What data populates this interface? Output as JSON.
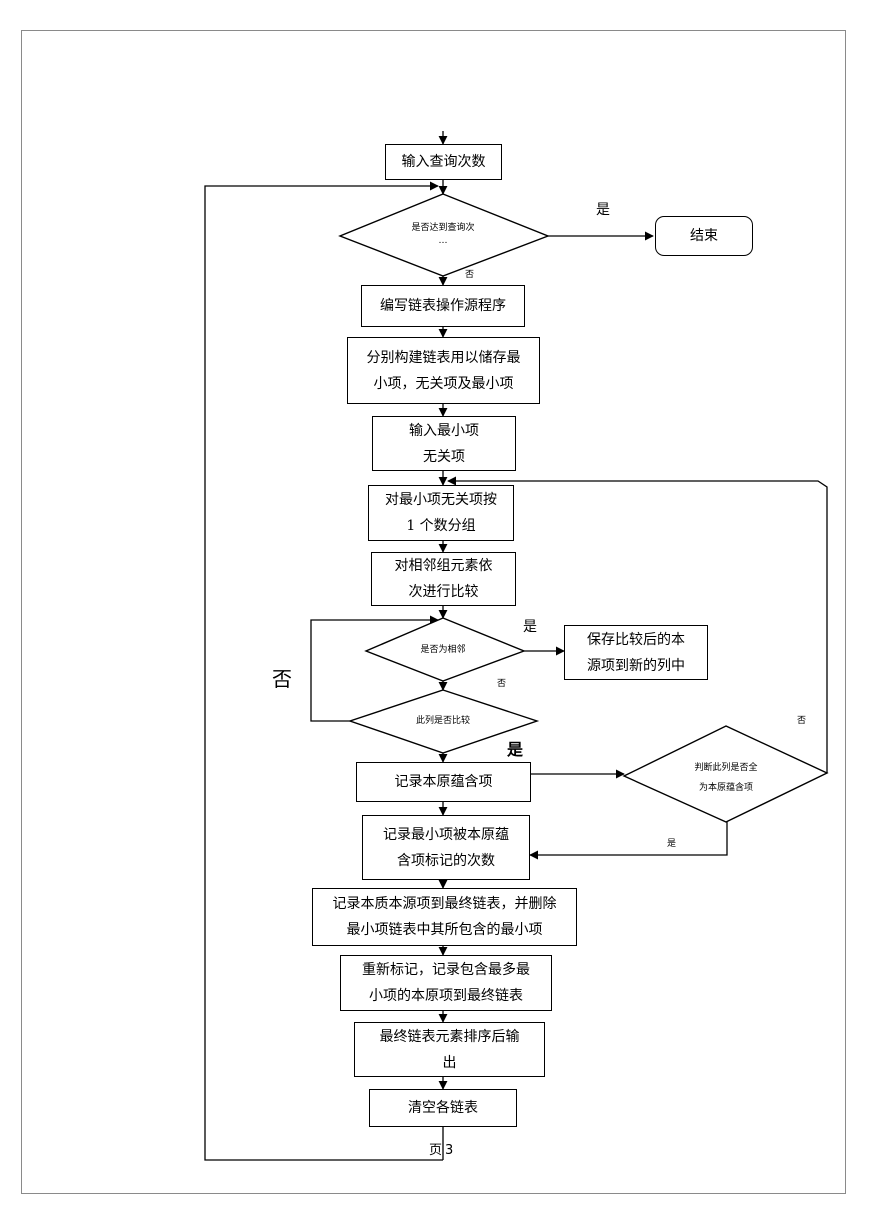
{
  "steps": {
    "input_count": "输入查询次数",
    "end": "结束",
    "write_program": "编写链表操作源程序",
    "build_lists": "分别构建链表用以储存最\n小项，无关项及最小项",
    "input_minterms": "输入最小项\n无关项",
    "group": "对最小项无关项按\n1 个数分组",
    "compare": "对相邻组元素依\n次进行比较",
    "save_result": "保存比较后的本\n源项到新的列中",
    "record_prime": "记录本原蕴含项",
    "record_count": "记录最小项被本原蕴\n含项标记的次数",
    "record_essential": "记录本质本源项到最终链表，并删除\n最小项链表中其所包含的最小项",
    "remark": "重新标记，记录包含最多最\n小项的本原项到最终链表",
    "sort_output": "最终链表元素排序后输\n出",
    "clear": "清空各链表"
  },
  "decisions": {
    "reached_count": "是否达到查询次\n…",
    "is_adjacent": "是否为相邻",
    "column_compared": "此列是否比较",
    "all_prime": "判断此列是否全\n为本原蕴含项"
  },
  "labels": {
    "yes_end": "是",
    "no_continue": "否",
    "yes_adjacent": "是",
    "no_adjacent": "否",
    "no_loop_left": "否",
    "yes_compared": "是",
    "no_all_prime": "否",
    "yes_all_prime": "是"
  },
  "footer": {
    "page_label": "页",
    "page_number": "3"
  }
}
